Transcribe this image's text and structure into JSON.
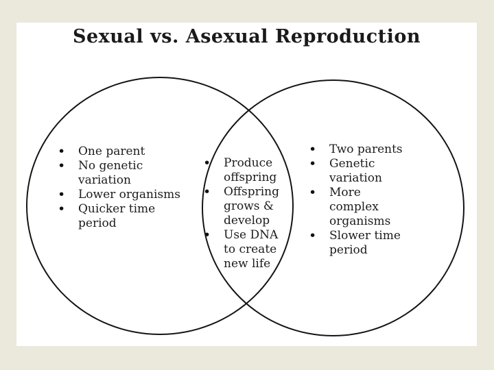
{
  "title": "Sexual vs. Asexual Reproduction",
  "bullet_char": "•",
  "venn": {
    "left_items": [
      "One parent",
      "No genetic\nvariation",
      "Lower organisms",
      "Quicker time\nperiod"
    ],
    "middle_items": [
      "Produce\noffspring",
      "Offspring\ngrows &\ndevelop",
      "Use DNA\nto create\nnew life"
    ],
    "right_items": [
      "Two parents",
      "Genetic\nvariation",
      "More\ncomplex\norganisms",
      "Slower time\nperiod"
    ]
  },
  "colors": {
    "page_background": "#ebe8dc",
    "panel_background": "#ffffff",
    "circle_stroke": "#141414",
    "text": "#1c1c1c"
  }
}
